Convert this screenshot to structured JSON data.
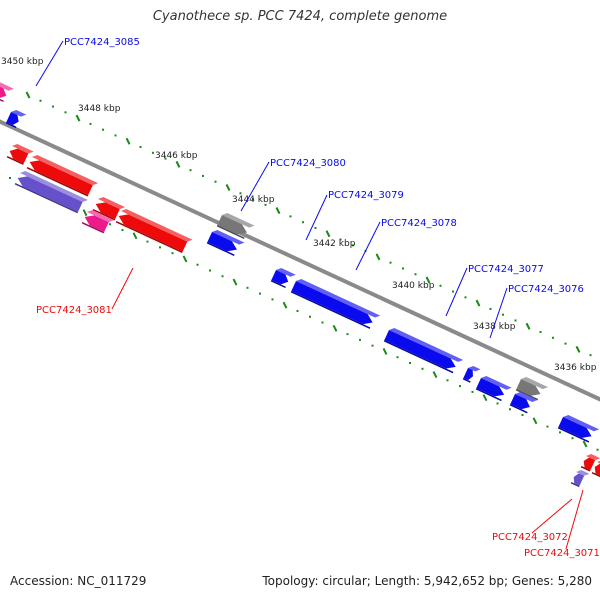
{
  "title": "Cyanothece sp. PCC 7424, complete genome",
  "footer": {
    "accession": "Accession: NC_011729",
    "summary": "Topology: circular; Length: 5,942,652 bp; Genes: 5,280"
  },
  "colors": {
    "forward": "#0a0aee",
    "reverse": "#ee0a0a",
    "pseudo": "#777777",
    "pink": "#ee1a8a",
    "purple": "#6650cc",
    "tick": "#1a8a1a",
    "backbone": "#8a8a8a"
  },
  "ruler_labels": [
    "3450 kbp",
    "3448 kbp",
    "3446 kbp",
    "3444 kbp",
    "3442 kbp",
    "3440 kbp",
    "3438 kbp",
    "3436 kbp"
  ],
  "gene_labels": [
    {
      "text": "PCC7424_3085",
      "strand": "forward"
    },
    {
      "text": "PCC7424_3080",
      "strand": "forward"
    },
    {
      "text": "PCC7424_3079",
      "strand": "forward"
    },
    {
      "text": "PCC7424_3078",
      "strand": "forward"
    },
    {
      "text": "PCC7424_3077",
      "strand": "forward"
    },
    {
      "text": "PCC7424_3076",
      "strand": "forward"
    },
    {
      "text": "PCC7424_3081",
      "strand": "reverse"
    },
    {
      "text": "PCC7424_3072",
      "strand": "reverse"
    },
    {
      "text": "PCC7424_3071",
      "strand": "reverse"
    }
  ],
  "features": [
    {
      "kind": "pink",
      "strand": "forward"
    },
    {
      "kind": "forward",
      "strand": "forward"
    },
    {
      "kind": "pseudo",
      "strand": "forward"
    },
    {
      "kind": "forward",
      "strand": "forward"
    },
    {
      "kind": "forward",
      "strand": "forward"
    },
    {
      "kind": "forward",
      "strand": "forward"
    },
    {
      "kind": "forward",
      "strand": "forward"
    },
    {
      "kind": "forward",
      "strand": "forward"
    },
    {
      "kind": "forward",
      "strand": "forward"
    },
    {
      "kind": "pseudo",
      "strand": "forward"
    },
    {
      "kind": "forward",
      "strand": "forward"
    },
    {
      "kind": "forward",
      "strand": "forward"
    },
    {
      "kind": "reverse",
      "strand": "reverse"
    },
    {
      "kind": "reverse",
      "strand": "reverse"
    },
    {
      "kind": "purple",
      "strand": "reverse"
    },
    {
      "kind": "reverse",
      "strand": "reverse"
    },
    {
      "kind": "pink",
      "strand": "reverse"
    },
    {
      "kind": "reverse",
      "strand": "reverse"
    },
    {
      "kind": "reverse",
      "strand": "reverse"
    },
    {
      "kind": "reverse",
      "strand": "reverse"
    },
    {
      "kind": "purple",
      "strand": "reverse"
    }
  ]
}
